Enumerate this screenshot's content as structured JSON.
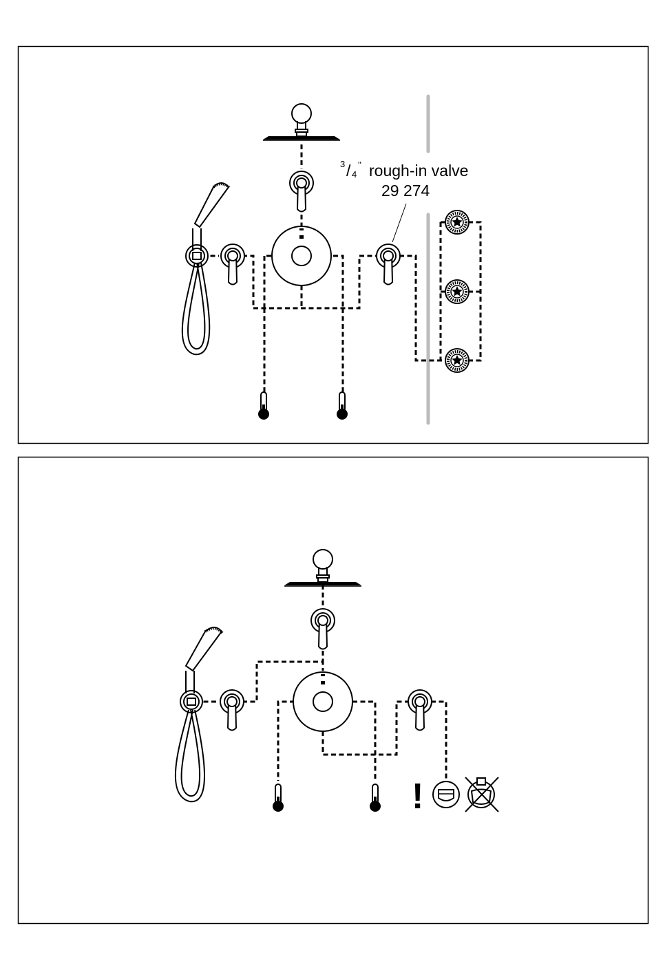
{
  "panel_top": {
    "callout": {
      "fraction_numerator": "3",
      "fraction_slash": "/",
      "fraction_denominator": "4",
      "inch_mark": "''",
      "text": "rough-in valve",
      "part_number": "29 274"
    }
  },
  "panel_bottom": {
    "warning_symbol": "!"
  },
  "icons": [
    "rain-showerhead-icon",
    "hand-shower-icon",
    "diverter-lever-valve-icon",
    "thermostat-trim-icon",
    "body-spray-jet-icon",
    "hot-water-supply-icon",
    "cold-water-supply-icon",
    "warning-exclamation-icon",
    "bath-spout-icon",
    "no-toilet-icon"
  ]
}
